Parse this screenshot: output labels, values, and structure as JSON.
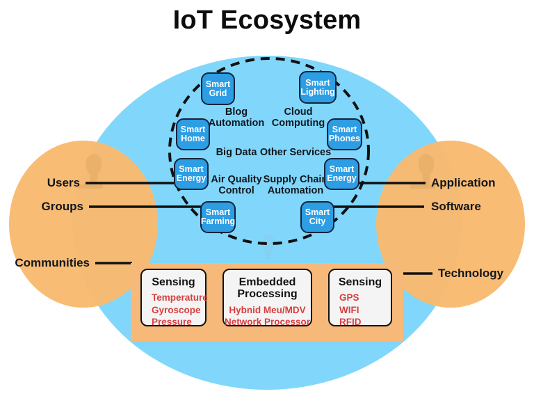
{
  "title": "IoT Ecosystem",
  "colors": {
    "ellipse_blue": "#80d7fb",
    "ellipse_orange": "#f9ba70",
    "node_blue": "#2d9de4",
    "node_border": "#15233a",
    "band_orange": "#f6b979",
    "card_bg": "#f4f4f4",
    "card_border": "#111111",
    "red_text": "#d6403f",
    "dark_text": "#11161c"
  },
  "left_labels": [
    {
      "label": "Users"
    },
    {
      "label": "Groups"
    },
    {
      "label": "Communities"
    }
  ],
  "right_labels": [
    {
      "label": "Application"
    },
    {
      "label": "Software"
    },
    {
      "label": "Technology"
    }
  ],
  "nodes": [
    {
      "line1": "Smart",
      "line2": "Grid"
    },
    {
      "line1": "Smart",
      "line2": "Lighting"
    },
    {
      "line1": "Smart",
      "line2": "Home"
    },
    {
      "line1": "Smart",
      "line2": "Phones"
    },
    {
      "line1": "Smart",
      "line2": "Energy"
    },
    {
      "line1": "Smart",
      "line2": "Energy"
    },
    {
      "line1": "Smart",
      "line2": "Farming"
    },
    {
      "line1": "Smart",
      "line2": "City"
    }
  ],
  "inner_labels": [
    {
      "line1": "Blog",
      "line2": "Automation"
    },
    {
      "line1": "Cloud",
      "line2": "Computing"
    },
    {
      "line1": "Big Data",
      "line2": ""
    },
    {
      "line1": "Other Services",
      "line2": ""
    },
    {
      "line1": "Air Quality",
      "line2": "Control"
    },
    {
      "line1": "Supply Chain",
      "line2": "Automation"
    }
  ],
  "tech_cards": [
    {
      "title1": "Sensing",
      "title2": "",
      "items": [
        "Temperature",
        "Gyroscope",
        "Pressure"
      ]
    },
    {
      "title1": "Embedded",
      "title2": "Processing",
      "items": [
        "Hybnid Meu/MDV",
        "Network Processor"
      ]
    },
    {
      "title1": "Sensing",
      "title2": "",
      "items": [
        "GPS",
        "WIFI",
        "RFID"
      ]
    }
  ]
}
